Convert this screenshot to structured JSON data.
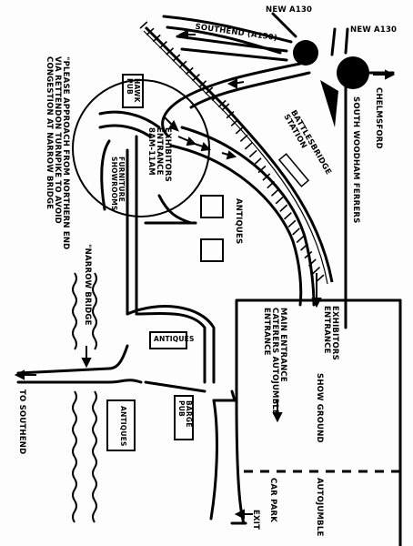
{
  "labels": {
    "new_a130_top": "NEW A130",
    "new_a130_right": "NEW A130",
    "southend_a130": "SOUTHEND (A130)",
    "chelmsford": "CHELMSFORD",
    "south_woodham_ferrers": "SOUTH WOODHAM FERRERS",
    "battlesbridge_station": "BATTLESBRIDGE\nSTATION",
    "hawk_pub": "HAWK\nPUB",
    "exhibitors_entrance_top": "EXHIBITORS\nENTRANCE\n8AM-11AM",
    "furniture_showrooms": "FURNITURE\nSHOWROOMS",
    "antiques_top": "ANTIQUES",
    "approach_note": "\"PLEASE APPROACH FROM NORTHERN END\nVIA RETTENDON TURNPIKE TO AVOID\nCONGESTION AT NARROW BRIDGE",
    "narrow_bridge": "\"NARROW BRIDGE",
    "antiques_small_box": "ANTIQUES",
    "antiques_left_box": "ANTIQUES",
    "barge_pub": "BARGE\nPUB",
    "to_southend": "TO SOUTHEND",
    "exhibitors_entrance_right": "EXHIBITORS\nENTRANCE",
    "main_entrance": "MAIN ENTRANCE\nCATERERS AUTOJUMBLE\nENTRANCE",
    "show_ground": "SHOW GROUND",
    "car_park": "CAR PARK",
    "autojumble": "AUTOJUMBLE",
    "exit": "EXIT"
  }
}
